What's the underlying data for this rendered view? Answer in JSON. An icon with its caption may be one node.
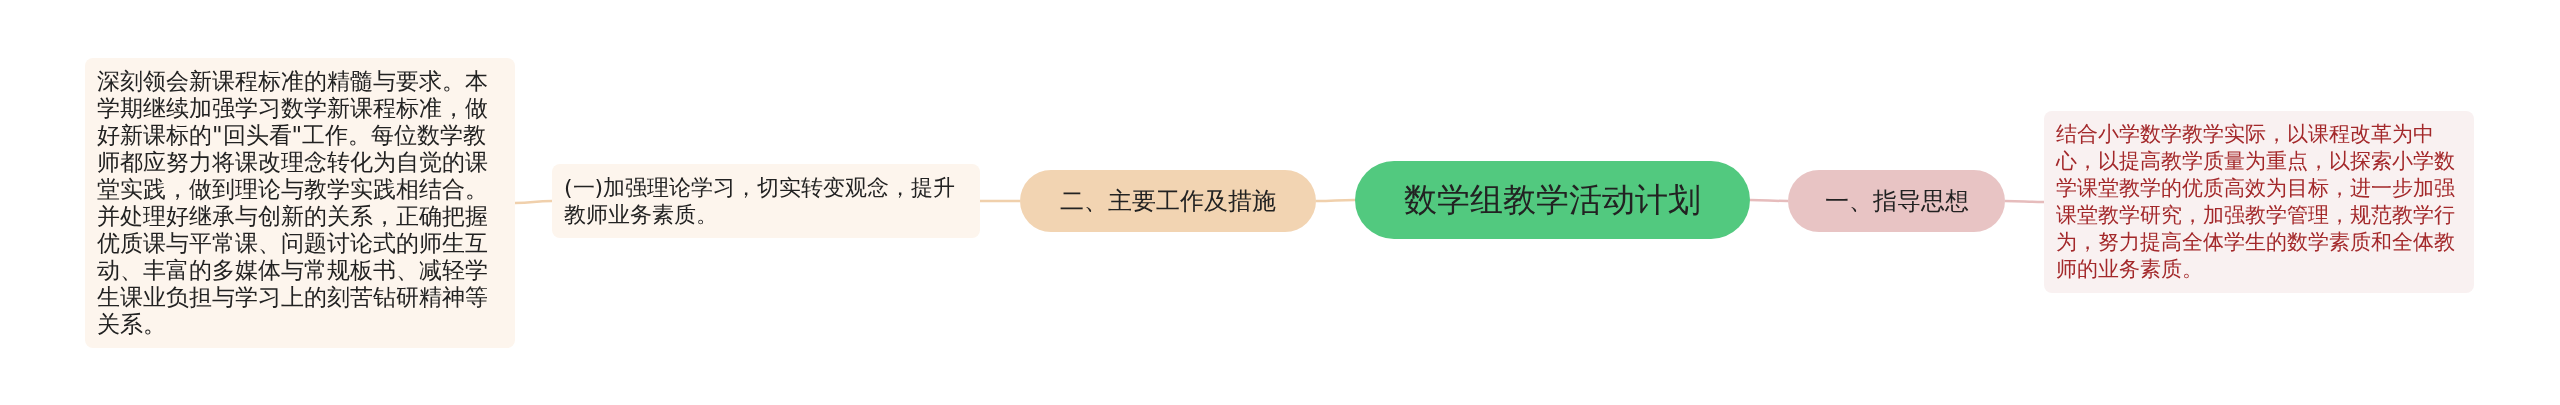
{
  "diagram": {
    "nodes": [
      {
        "text": [
          "数学组教学活动计划"
        ]
      },
      {
        "text": [
          "一、指导思想"
        ]
      },
      {
        "text": [
          "结合小学数学教学实际，以课程改革为中心，以提高教学质量为重点，以探索小学数学课堂教学的优质高效为目标，进一步加强课堂教学研究，加强教学管理，规范教学行为，努力提高全体学生的数学素质和全体教师的业务素质。"
        ]
      },
      {
        "text": [
          "二、主要工作及措施"
        ]
      },
      {
        "text": [
          "(一)加强理论学习，切实转变观念，提升教师业务素质。"
        ]
      },
      {
        "text": [
          "深刻领会新课程标准的精髓与要求。本学期继续加强学习数学新课程标准，做好新课标的\"回头看\"工作。每位数学教师都应努力将课改理念转化为自觉的课堂实践，做到理论与教学实践相结合。并处理好继承与创新的关系，正确把握优质课与平常课、问题讨论式的师生互动、丰富的多媒体与常规板书、减轻学生课业负担与学习上的刻苦钻研精神等关系。"
        ]
      }
    ],
    "edges": [
      {
        "from": 0,
        "to": 1,
        "arrow": "none",
        "color": "#e6bcbc"
      },
      {
        "from": 1,
        "to": 2,
        "arrow": "none",
        "color": "#e6bcbc"
      },
      {
        "from": 0,
        "to": 3,
        "arrow": "none"
      },
      {
        "from": 3,
        "to": 4,
        "arrow": "none"
      },
      {
        "from": 4,
        "to": 5,
        "arrow": "none"
      }
    ]
  }
}
